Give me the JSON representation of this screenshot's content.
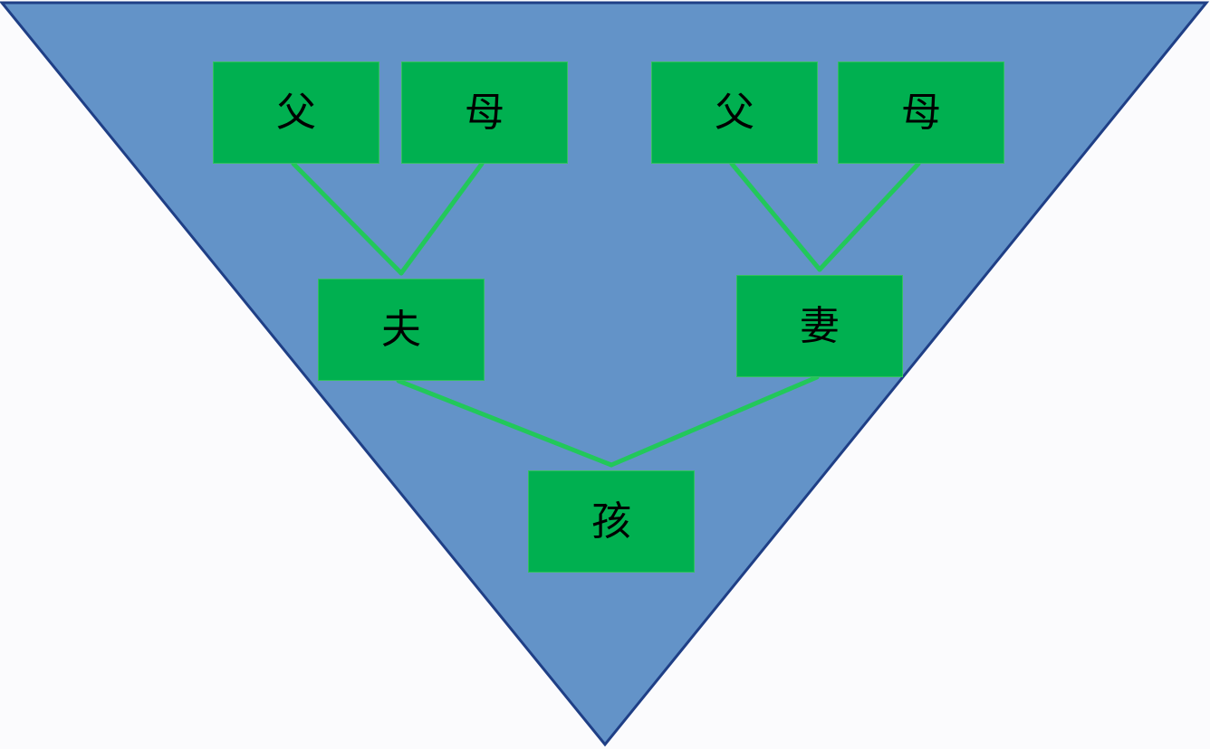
{
  "colors": {
    "triangle_fill": "#6393c8",
    "triangle_stroke": "#1f3f86",
    "node_fill": "#00b050",
    "connector": "#22c85a"
  },
  "nodes": {
    "husband_father": "父",
    "husband_mother": "母",
    "wife_father": "父",
    "wife_mother": "母",
    "husband": "夫",
    "wife": "妻",
    "child": "孩"
  },
  "edges": [
    [
      "husband_father",
      "husband"
    ],
    [
      "husband_mother",
      "husband"
    ],
    [
      "wife_father",
      "wife"
    ],
    [
      "wife_mother",
      "wife"
    ],
    [
      "husband",
      "child"
    ],
    [
      "wife",
      "child"
    ]
  ]
}
